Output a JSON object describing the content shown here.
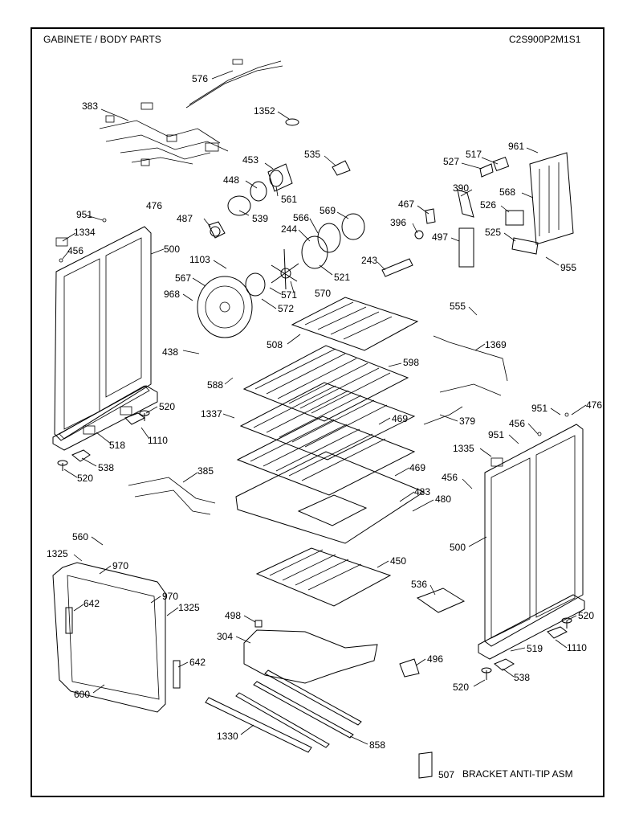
{
  "header": {
    "title": "GABINETE / BODY PARTS",
    "model": "C2S900P2M1S1"
  },
  "note_text": "BRACKET ANTI-TIP ASM",
  "callouts": [
    {
      "id": "c576",
      "text": "576"
    },
    {
      "id": "c383",
      "text": "383"
    },
    {
      "id": "c1352",
      "text": "1352"
    },
    {
      "id": "c535",
      "text": "535"
    },
    {
      "id": "c517",
      "text": "517"
    },
    {
      "id": "c961",
      "text": "961"
    },
    {
      "id": "c527",
      "text": "527"
    },
    {
      "id": "c453",
      "text": "453"
    },
    {
      "id": "c448",
      "text": "448"
    },
    {
      "id": "c561",
      "text": "561"
    },
    {
      "id": "c390",
      "text": "390"
    },
    {
      "id": "c568",
      "text": "568"
    },
    {
      "id": "c476a",
      "text": "476"
    },
    {
      "id": "c951a",
      "text": "951"
    },
    {
      "id": "c487",
      "text": "487"
    },
    {
      "id": "c539",
      "text": "539"
    },
    {
      "id": "c467",
      "text": "467"
    },
    {
      "id": "c526",
      "text": "526"
    },
    {
      "id": "c566",
      "text": "566"
    },
    {
      "id": "c569",
      "text": "569"
    },
    {
      "id": "c396",
      "text": "396"
    },
    {
      "id": "c1334",
      "text": "1334"
    },
    {
      "id": "c244",
      "text": "244"
    },
    {
      "id": "c497",
      "text": "497"
    },
    {
      "id": "c525",
      "text": "525"
    },
    {
      "id": "c456a",
      "text": "456"
    },
    {
      "id": "c500a",
      "text": "500"
    },
    {
      "id": "c1103",
      "text": "1103"
    },
    {
      "id": "c243",
      "text": "243"
    },
    {
      "id": "c955",
      "text": "955"
    },
    {
      "id": "c521",
      "text": "521"
    },
    {
      "id": "c567",
      "text": "567"
    },
    {
      "id": "c968",
      "text": "968"
    },
    {
      "id": "c571",
      "text": "571"
    },
    {
      "id": "c570",
      "text": "570"
    },
    {
      "id": "c555",
      "text": "555"
    },
    {
      "id": "c572",
      "text": "572"
    },
    {
      "id": "c508",
      "text": "508"
    },
    {
      "id": "c1369",
      "text": "1369"
    },
    {
      "id": "c438",
      "text": "438"
    },
    {
      "id": "c598",
      "text": "598"
    },
    {
      "id": "c588",
      "text": "588"
    },
    {
      "id": "c520a",
      "text": "520"
    },
    {
      "id": "c951b",
      "text": "951"
    },
    {
      "id": "c476b",
      "text": "476"
    },
    {
      "id": "c1337",
      "text": "1337"
    },
    {
      "id": "c379",
      "text": "379"
    },
    {
      "id": "c469a",
      "text": "469"
    },
    {
      "id": "c456b",
      "text": "456"
    },
    {
      "id": "c518",
      "text": "518"
    },
    {
      "id": "c1110a",
      "text": "1110"
    },
    {
      "id": "c951c",
      "text": "951"
    },
    {
      "id": "c1335",
      "text": "1335"
    },
    {
      "id": "c538a",
      "text": "538"
    },
    {
      "id": "c520b",
      "text": "520"
    },
    {
      "id": "c385",
      "text": "385"
    },
    {
      "id": "c469b",
      "text": "469"
    },
    {
      "id": "c456c",
      "text": "456"
    },
    {
      "id": "c483",
      "text": "483"
    },
    {
      "id": "c480",
      "text": "480"
    },
    {
      "id": "c560",
      "text": "560"
    },
    {
      "id": "c500b",
      "text": "500"
    },
    {
      "id": "c1325a",
      "text": "1325"
    },
    {
      "id": "c970a",
      "text": "970"
    },
    {
      "id": "c450",
      "text": "450"
    },
    {
      "id": "c536",
      "text": "536"
    },
    {
      "id": "c970b",
      "text": "970"
    },
    {
      "id": "c642a",
      "text": "642"
    },
    {
      "id": "c1325b",
      "text": "1325"
    },
    {
      "id": "c498",
      "text": "498"
    },
    {
      "id": "c520c",
      "text": "520"
    },
    {
      "id": "c304",
      "text": "304"
    },
    {
      "id": "c519",
      "text": "519"
    },
    {
      "id": "c1110b",
      "text": "1110"
    },
    {
      "id": "c496",
      "text": "496"
    },
    {
      "id": "c642b",
      "text": "642"
    },
    {
      "id": "c538b",
      "text": "538"
    },
    {
      "id": "c520d",
      "text": "520"
    },
    {
      "id": "c600",
      "text": "600"
    },
    {
      "id": "c1330",
      "text": "1330"
    },
    {
      "id": "c858",
      "text": "858"
    },
    {
      "id": "c507",
      "text": "507"
    }
  ]
}
